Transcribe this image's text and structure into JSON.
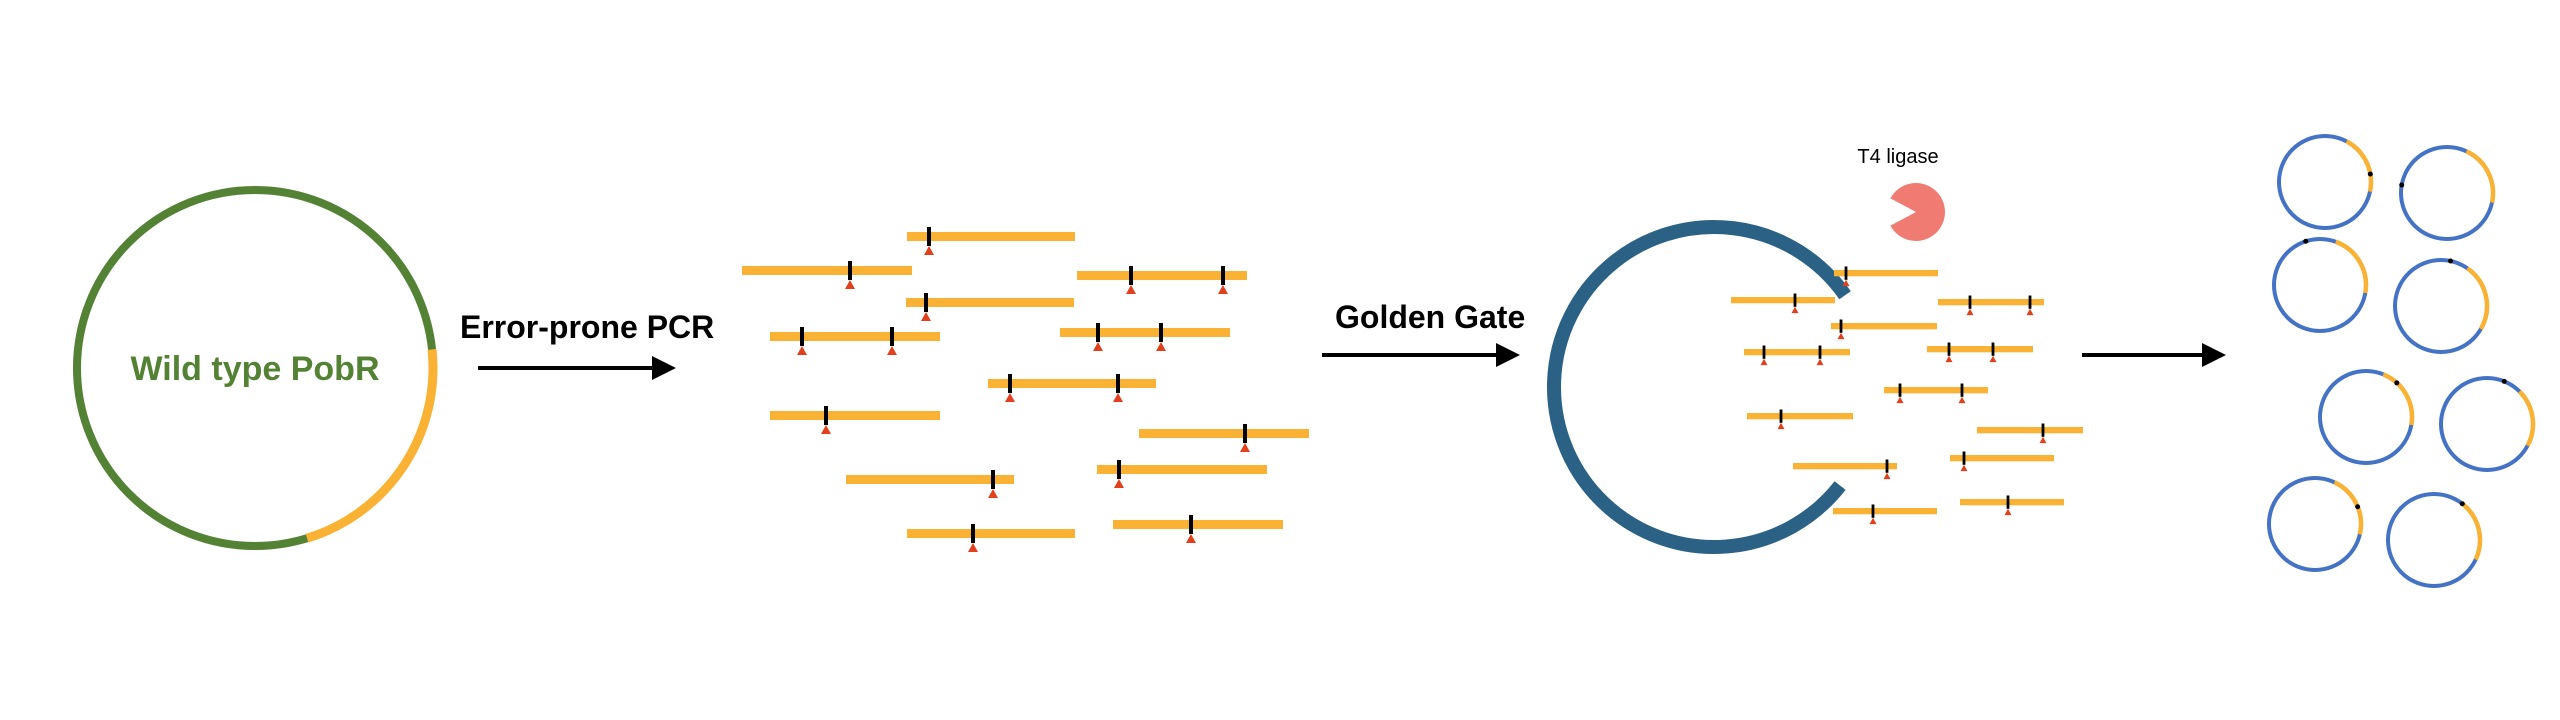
{
  "plasmid": {
    "label": "Wild type PobR",
    "backbone_color": "#548235",
    "insert_color": "#F9B233"
  },
  "steps": [
    {
      "label": "Error-prone PCR"
    },
    {
      "label": "Golden Gate"
    }
  ],
  "enzyme": {
    "label": "T4 ligase",
    "color": "#F07B72"
  },
  "colors": {
    "fragment": "#F9B233",
    "mutation_mark": "#000000",
    "mutation_arrow": "#E2401C",
    "vector": "#2A6185",
    "library_backbone": "#4472C4",
    "arrow": "#000000"
  }
}
